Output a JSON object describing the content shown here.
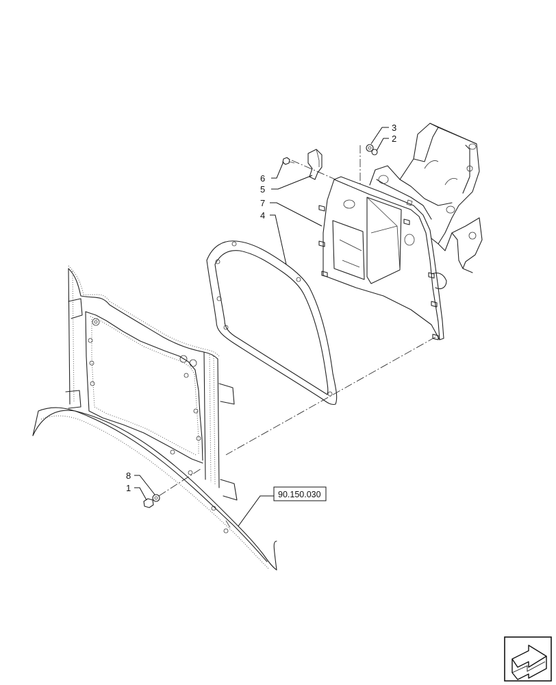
{
  "callouts": [
    {
      "id": "c1",
      "label": "1"
    },
    {
      "id": "c2",
      "label": "2"
    },
    {
      "id": "c3",
      "label": "3"
    },
    {
      "id": "c4",
      "label": "4"
    },
    {
      "id": "c5",
      "label": "5"
    },
    {
      "id": "c6",
      "label": "6"
    },
    {
      "id": "c7",
      "label": "7"
    },
    {
      "id": "c8",
      "label": "8"
    }
  ],
  "reference_box": {
    "label": "90.150.030"
  },
  "nav_icon": "next-page-arrow-icon",
  "colors": {
    "line": "#222222",
    "background": "#ffffff"
  }
}
